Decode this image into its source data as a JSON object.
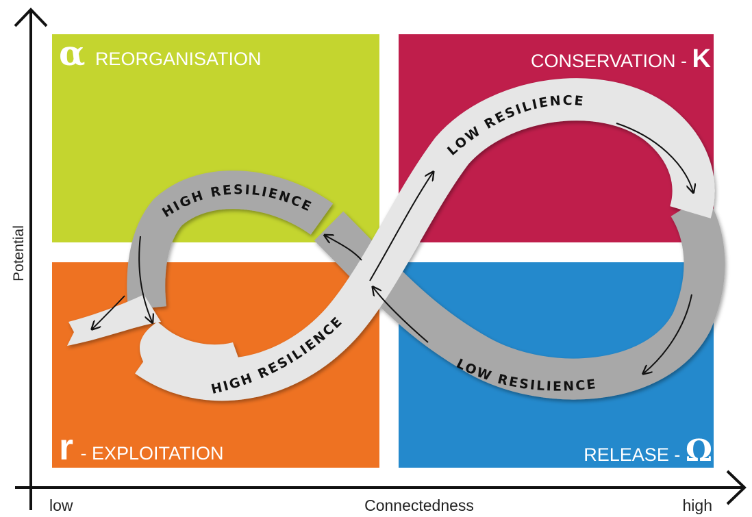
{
  "quadrants": {
    "top_left": {
      "symbol": "α",
      "label": "REORGANISATION",
      "color": "#c4d52f"
    },
    "top_right": {
      "label": "CONSERVATION - ",
      "symbol": "K",
      "color": "#bf1e4b"
    },
    "bottom_left": {
      "symbol": "r",
      "label": "- EXPLOITATION",
      "color": "#ee7222"
    },
    "bottom_right": {
      "label": "RELEASE - ",
      "symbol": "Ω",
      "color": "#2489cc"
    }
  },
  "bands": {
    "high_resilience_upper": "HIGH RESILIENCE",
    "high_resilience_lower": "HIGH RESILIENCE",
    "low_resilience_upper": "LOW RESILIENCE",
    "low_resilience_lower": "LOW RESILIENCE",
    "light_color": "#e6e6e6",
    "dark_color": "#a8a8a8"
  },
  "axes": {
    "y_label": "Potential",
    "x_label": "Connectedness",
    "x_low": "low",
    "x_high": "high"
  }
}
